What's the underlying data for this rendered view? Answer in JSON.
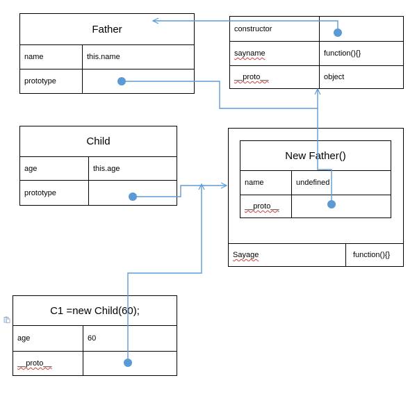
{
  "father": {
    "title": "Father",
    "rows": [
      {
        "key": "name",
        "value": "this.name"
      },
      {
        "key": "prototype",
        "value": ""
      }
    ]
  },
  "father_prototype": {
    "rows": [
      {
        "key": "constructor",
        "value": ""
      },
      {
        "key": "sayname",
        "value": "function(){}"
      },
      {
        "key": "__proto__",
        "value": "object"
      }
    ]
  },
  "child": {
    "title": "Child",
    "rows": [
      {
        "key": "age",
        "value": "this.age"
      },
      {
        "key": "prototype",
        "value": ""
      }
    ]
  },
  "new_father": {
    "title": "New Father()",
    "rows": [
      {
        "key": "name",
        "value": "undefined"
      },
      {
        "key": "__proto__",
        "value": ""
      }
    ]
  },
  "child_prototype": {
    "rows": [
      {
        "key": "Sayage",
        "value": "function(){}"
      }
    ]
  },
  "c1": {
    "title": "C1 =new Child(60);",
    "rows": [
      {
        "key": "age",
        "value": "60"
      },
      {
        "key": "__proto__",
        "value": ""
      }
    ]
  },
  "colors": {
    "connector": "#5b9bd5",
    "spellcheck": "#d23c3c"
  },
  "icons": [
    "paste-options-icon"
  ]
}
